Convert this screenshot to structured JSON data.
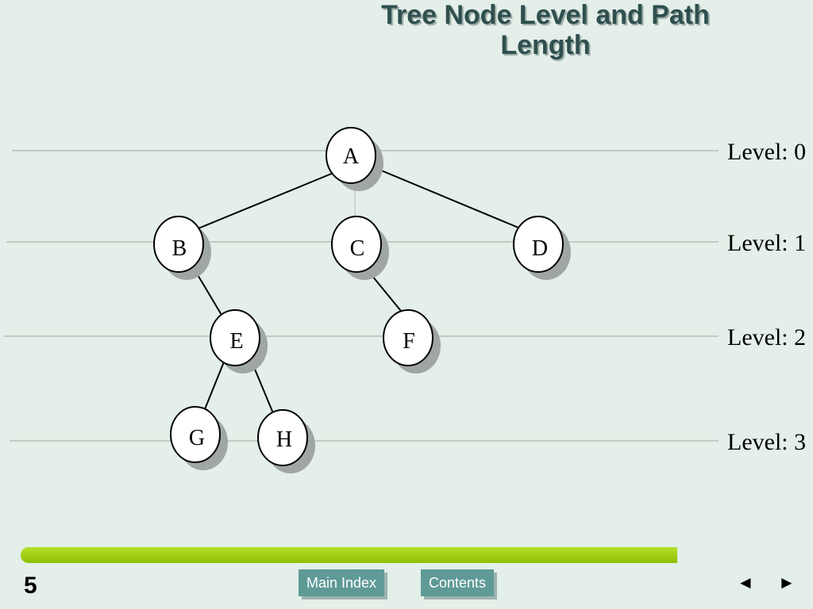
{
  "slide": {
    "title_line1": "Tree Node Level and Path",
    "title_line2": "Length",
    "number": "5"
  },
  "tree": {
    "nodes": [
      {
        "id": "A",
        "label": "A",
        "level": 0
      },
      {
        "id": "B",
        "label": "B",
        "level": 1
      },
      {
        "id": "C",
        "label": "C",
        "level": 1
      },
      {
        "id": "D",
        "label": "D",
        "level": 1
      },
      {
        "id": "E",
        "label": "E",
        "level": 2
      },
      {
        "id": "F",
        "label": "F",
        "level": 2
      },
      {
        "id": "G",
        "label": "G",
        "level": 3
      },
      {
        "id": "H",
        "label": "H",
        "level": 3
      }
    ],
    "edges": [
      {
        "from": "A",
        "to": "B"
      },
      {
        "from": "A",
        "to": "C"
      },
      {
        "from": "A",
        "to": "D"
      },
      {
        "from": "B",
        "to": "E"
      },
      {
        "from": "C",
        "to": "F"
      },
      {
        "from": "E",
        "to": "G"
      },
      {
        "from": "E",
        "to": "H"
      }
    ],
    "levels": [
      "Level: 0",
      "Level: 1",
      "Level: 2",
      "Level: 3"
    ]
  },
  "nav": {
    "main_index": "Main Index",
    "contents": "Contents",
    "prev_icon": "◄",
    "next_icon": "►"
  },
  "colors": {
    "background": "#e3efe8",
    "title": "#2f4f4f",
    "accent_bar": "#99cc00",
    "button": "#5f9a96"
  }
}
